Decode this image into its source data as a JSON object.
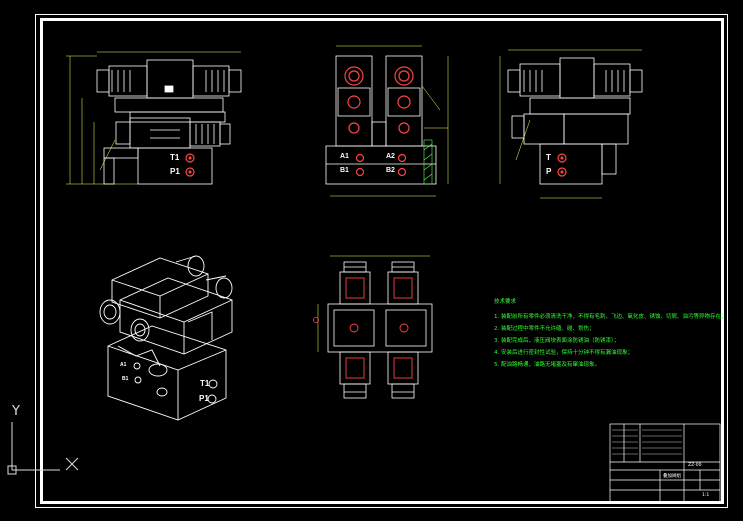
{
  "ports": {
    "front": {
      "t": "T1",
      "p": "P1"
    },
    "top": {
      "a1": "A1",
      "a2": "A2",
      "b1": "B1",
      "b2": "B2"
    },
    "right": {
      "t": "T",
      "p": "P"
    },
    "iso": {
      "t": "T1",
      "p": "P1",
      "a": "A1",
      "b": "B1"
    }
  },
  "notes": {
    "title": "技术要求",
    "items": [
      "1. 装配前所有零件必须清洗干净，不得有毛刺、飞边、氧化皮、锈蚀、切屑、油污等异物存在；",
      "2. 装配过程中零件不允许磕、碰、划伤；",
      "3. 装配完成后，液压阀块表面涂防锈油（防锈漆）；",
      "4. 安装后进行密封性试验，保持十分钟不得有漏油现象；",
      "5. 配油路畅通，油路无堵塞及有窜油现象。"
    ]
  },
  "titleblock": {
    "name": "叠加阀组",
    "drawing_no": "ZZ-00",
    "scale": "1:1"
  },
  "ucs": {
    "x": "X",
    "y": "Y"
  },
  "colors": {
    "background": "#000000",
    "lines": "#ffffff",
    "dimension": "#ffff55",
    "hatch": "#55ff55",
    "ports": "#ff4444",
    "border": "#ffffff"
  }
}
